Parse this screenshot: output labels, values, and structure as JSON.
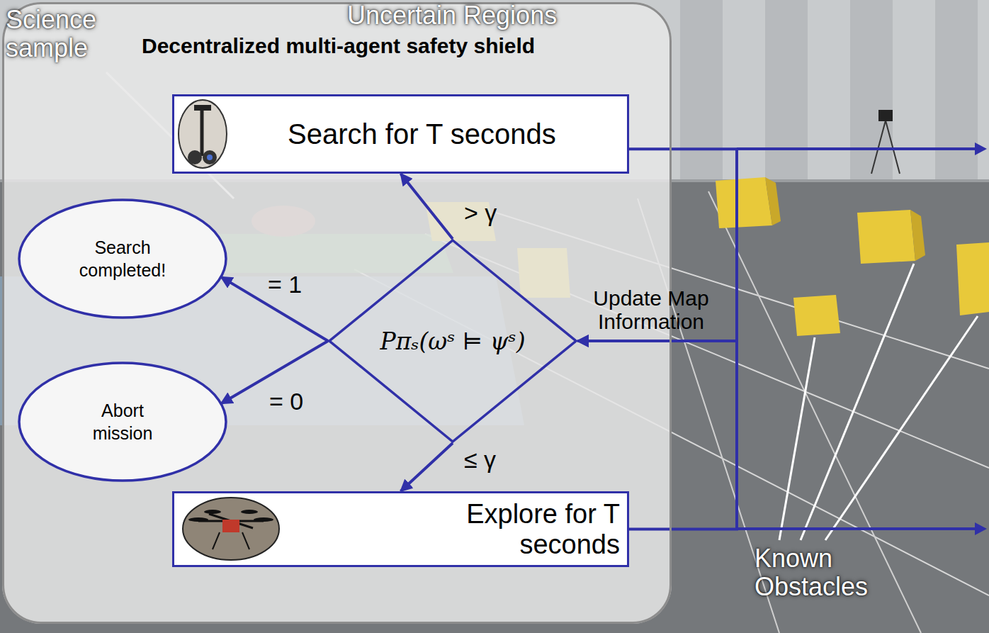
{
  "diagram": {
    "nodes": [
      {
        "text": [
          "Decentralized multi-agent safety shield"
        ]
      },
      {
        "text": [
          "Search for T seconds"
        ],
        "in": 0
      },
      {
        "text": [
          "Search completed!"
        ],
        "in": 0
      },
      {
        "text": [
          "Pπₛ(ωˢ ⊨ ψˢ)"
        ],
        "in": 0
      },
      {
        "text": [
          "Abort mission"
        ],
        "in": 0
      },
      {
        "text": [
          "Explore for T seconds"
        ],
        "in": 0
      }
    ],
    "edges": [
      {
        "from": 3,
        "to": 1,
        "arrow": "to",
        "label": "> γ"
      },
      {
        "from": 3,
        "to": 2,
        "arrow": "to",
        "label": "= 1"
      },
      {
        "from": 3,
        "to": 4,
        "arrow": "to",
        "label": "= 0"
      },
      {
        "from": 3,
        "to": 5,
        "arrow": "to",
        "label": "≤ γ"
      },
      {
        "from": 1,
        "to": 3,
        "arrow": "to",
        "label": "Update Map Information"
      },
      {
        "from": 5,
        "to": 3,
        "arrow": "to"
      }
    ],
    "labels": [
      "Science sample",
      "Uncertain Regions",
      "Known Obstacles"
    ]
  }
}
